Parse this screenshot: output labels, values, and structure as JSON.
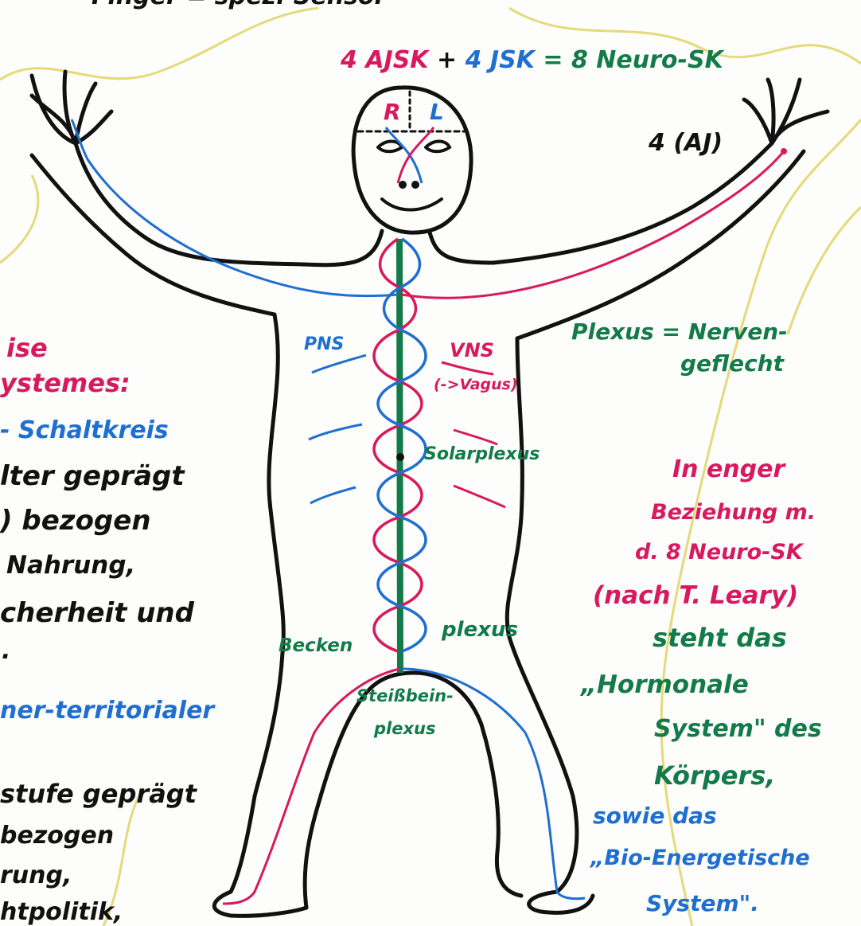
{
  "colors": {
    "ink": "#111111",
    "red": "#d8195e",
    "blue": "#1f6fd0",
    "green": "#137a4a",
    "yellow": "#e6d97a"
  },
  "top_cut": "Finger = spez. Sensor",
  "header": {
    "ajsk": "4 AJSK",
    "plus": "+",
    "jsk": "4 JSK",
    "eq": "= 8 Neuro-SK"
  },
  "head": {
    "left": "R",
    "right": "L"
  },
  "right_hand": "4 (AJ)",
  "labels": {
    "pns": "PNS",
    "vns": "VNS",
    "vagus": "(->Vagus)",
    "plexus_def1": "Plexus = Nerven-",
    "plexus_def2": "geflecht",
    "solar": "Solarplexus",
    "becken": "Becken",
    "becken_plexus": "plexus",
    "steiss1": "Steißbein-",
    "steiss2": "plexus"
  },
  "left_text": [
    {
      "t": "ise",
      "c": "red"
    },
    {
      "t": "ystemes:",
      "c": "red"
    },
    {
      "t": "- Schaltkreis",
      "c": "blue"
    },
    {
      "t": "lter geprägt",
      "c": "ink"
    },
    {
      "t": ") bezogen",
      "c": "ink"
    },
    {
      "t": "Nahrung,",
      "c": "ink"
    },
    {
      "t": "cherheit und",
      "c": "ink"
    },
    {
      "t": ".",
      "c": "ink"
    },
    {
      "t": "ner-territorialer",
      "c": "blue"
    },
    {
      "t": "stufe geprägt",
      "c": "ink"
    },
    {
      "t": "bezogen",
      "c": "ink"
    },
    {
      "t": "rung,",
      "c": "ink"
    },
    {
      "t": "htpolitik,",
      "c": "ink"
    }
  ],
  "right_text": [
    {
      "t": "In enger",
      "c": "red"
    },
    {
      "t": "Beziehung m.",
      "c": "red"
    },
    {
      "t": "d. 8 Neuro-SK",
      "c": "red"
    },
    {
      "t": "(nach T. Leary)",
      "c": "red"
    },
    {
      "t": "steht das",
      "c": "green"
    },
    {
      "t": "„Hormonale",
      "c": "green"
    },
    {
      "t": "System\" des",
      "c": "green"
    },
    {
      "t": "Körpers,",
      "c": "green"
    },
    {
      "t": "sowie das",
      "c": "blue"
    },
    {
      "t": "„Bio-Energetische",
      "c": "blue"
    },
    {
      "t": "System\".",
      "c": "blue"
    }
  ]
}
